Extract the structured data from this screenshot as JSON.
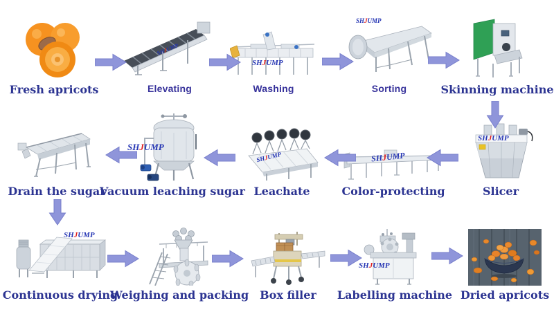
{
  "diagram": {
    "subject": "Dried apricot production line process flow",
    "flow_rows": [
      [
        "Fresh apricots",
        "Elevating",
        "Washing",
        "Sorting",
        "Skinning machine"
      ],
      [
        "Slicer",
        "Color-protecting",
        "Leachate",
        "Vacuum leaching sugar",
        "Drain the sugar"
      ],
      [
        "Continuous drying",
        "Weighing and packing",
        "Box filler",
        "Labelling machine",
        "Dried apricots"
      ]
    ]
  },
  "steps": {
    "fresh_apricots": {
      "label": "Fresh apricots"
    },
    "elevating": {
      "label": "Elevating"
    },
    "washing": {
      "label": "Washing"
    },
    "sorting": {
      "label": "Sorting"
    },
    "skinning": {
      "label": "Skinning machine"
    },
    "slicer": {
      "label": "Slicer"
    },
    "color_protecting": {
      "label": "Color-protecting"
    },
    "leachate": {
      "label": "Leachate"
    },
    "vacuum": {
      "label": "Vacuum leaching sugar"
    },
    "drain": {
      "label": "Drain the sugar"
    },
    "drying": {
      "label": "Continuous drying"
    },
    "weighing": {
      "label": "Weighing and packing"
    },
    "box_filler": {
      "label": "Box filler"
    },
    "labelling": {
      "label": "Labelling machine"
    },
    "dried_apricots": {
      "label": "Dried apricots"
    }
  },
  "watermark": {
    "sh": "SH",
    "j": "J",
    "ump": "UMP"
  },
  "colors": {
    "label_serif": "#2c3492",
    "label_sans": "#37329b",
    "arrow_fill": "#8f95da",
    "arrow_stroke": "#777ecb",
    "watermark_blue": "#2636b4",
    "watermark_red": "#e02020"
  }
}
